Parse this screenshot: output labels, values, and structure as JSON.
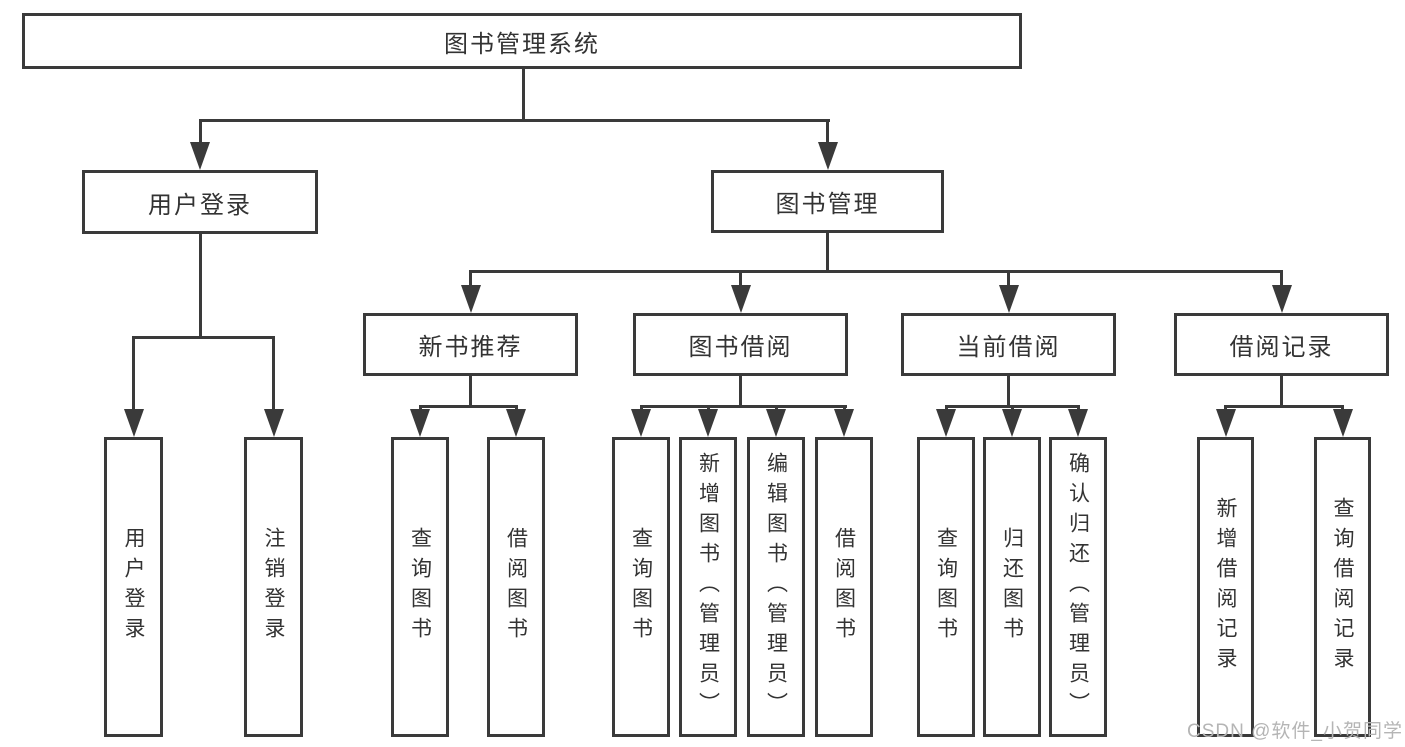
{
  "diagram": {
    "tree": {
      "label": "图书管理系统",
      "children": [
        {
          "label": "用户登录",
          "children": [
            {
              "label": "用户登录"
            },
            {
              "label": "注销登录"
            }
          ]
        },
        {
          "label": "图书管理",
          "children": [
            {
              "label": "新书推荐",
              "children": [
                {
                  "label": "查询图书"
                },
                {
                  "label": "借阅图书"
                }
              ]
            },
            {
              "label": "图书借阅",
              "children": [
                {
                  "label": "查询图书"
                },
                {
                  "label": "新增图书（管理员）"
                },
                {
                  "label": "编辑图书（管理员）"
                },
                {
                  "label": "借阅图书"
                }
              ]
            },
            {
              "label": "当前借阅",
              "children": [
                {
                  "label": "查询图书"
                },
                {
                  "label": "归还图书"
                },
                {
                  "label": "确认归还（管理员）"
                }
              ]
            },
            {
              "label": "借阅记录",
              "children": [
                {
                  "label": "新增借阅记录"
                },
                {
                  "label": "查询借阅记录"
                }
              ]
            }
          ]
        }
      ]
    },
    "watermark": "CSDN @软件_小贺同学",
    "colors": {
      "line": "#3a3a3a",
      "text": "#333333",
      "watermark": "#b5b5b5",
      "background": "#ffffff"
    }
  }
}
